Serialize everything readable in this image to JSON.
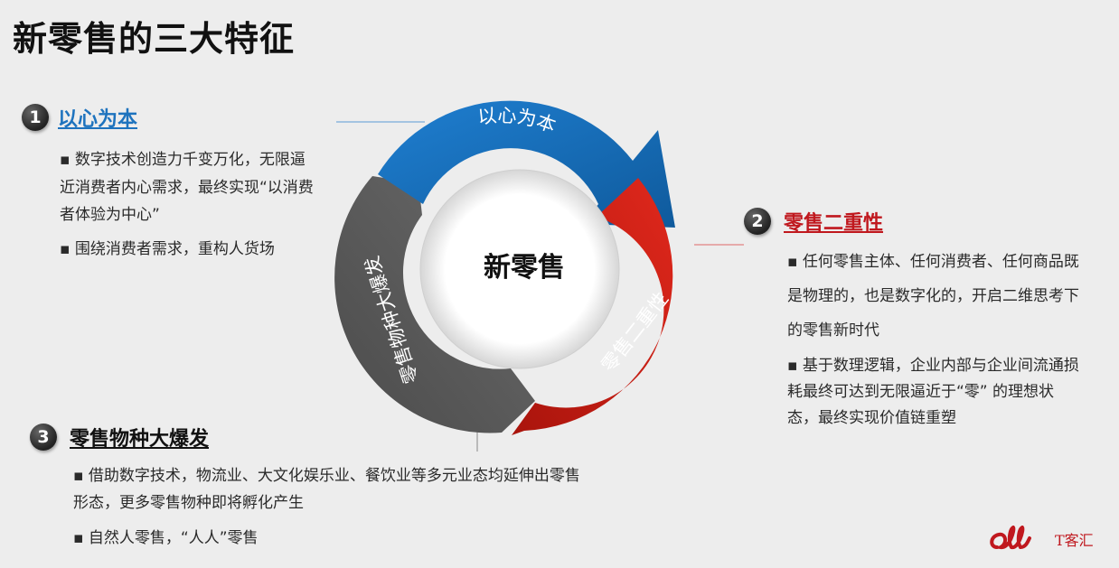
{
  "page": {
    "title": "新零售的三大特征"
  },
  "diagram": {
    "center_label": "新零售",
    "segments": [
      {
        "label": "以心为本",
        "color": "#1d70b8"
      },
      {
        "label": "零售二重性",
        "color": "#c9180f"
      },
      {
        "label": "零售物种大爆发",
        "color": "#5a5a5a"
      }
    ]
  },
  "sections": [
    {
      "number": "1",
      "title": "以心为本",
      "bullets": [
        "▪ 数字技术创造力千变万化，无限逼近消费者内心需求，最终实现“以消费者体验为中心”",
        "▪ 围绕消费者需求，重构人货场"
      ]
    },
    {
      "number": "2",
      "title": "零售二重性",
      "bullets": [
        "▪ 任何零售主体、任何消费者、任何商品既是物理的，也是数字化的，开启二维思考下的零售新时代",
        "▪ 基于数理逻辑，企业内部与企业间流通损耗最终可达到无限逼近于“零” 的理想状态，最终实现价值链重塑"
      ]
    },
    {
      "number": "3",
      "title": "零售物种大爆发",
      "bullets": [
        "▪ 借助数字技术，物流业、大文化娱乐业、餐饮业等多元业态均延伸出零售形态，更多零售物种即将孵化产生",
        "▪ 自然人零售，“人人”零售"
      ]
    }
  ],
  "brand": {
    "text": "T客汇",
    "color": "#c0181e"
  }
}
